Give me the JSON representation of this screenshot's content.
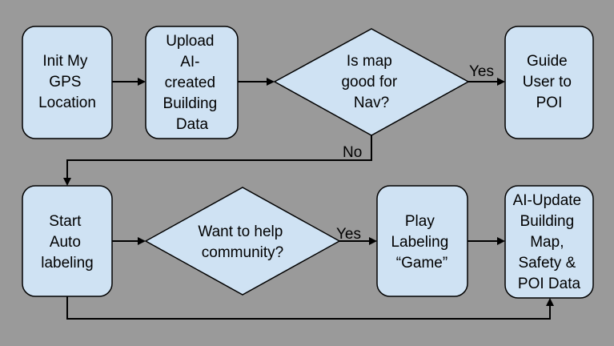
{
  "background": "#9a9a9a",
  "node_fill": "#cfe2f3",
  "nodes": {
    "init_gps": [
      "Init My",
      "GPS",
      "Location"
    ],
    "upload_data": [
      "Upload",
      "AI-",
      "created",
      "Building",
      "Data"
    ],
    "map_good": [
      "Is map",
      "good for",
      "Nav?"
    ],
    "guide_user": [
      "Guide",
      "User to",
      "POI"
    ],
    "auto_label": [
      "Start",
      "Auto",
      "labeling"
    ],
    "help_community": [
      "Want to help",
      "community?"
    ],
    "play_game": [
      "Play",
      "Labeling",
      "“Game”"
    ],
    "ai_update": [
      "AI-Update",
      "Building",
      "Map,",
      "Safety &",
      "POI Data"
    ]
  },
  "edges": {
    "map_yes": "Yes",
    "map_no": "No",
    "help_yes": "Yes"
  }
}
